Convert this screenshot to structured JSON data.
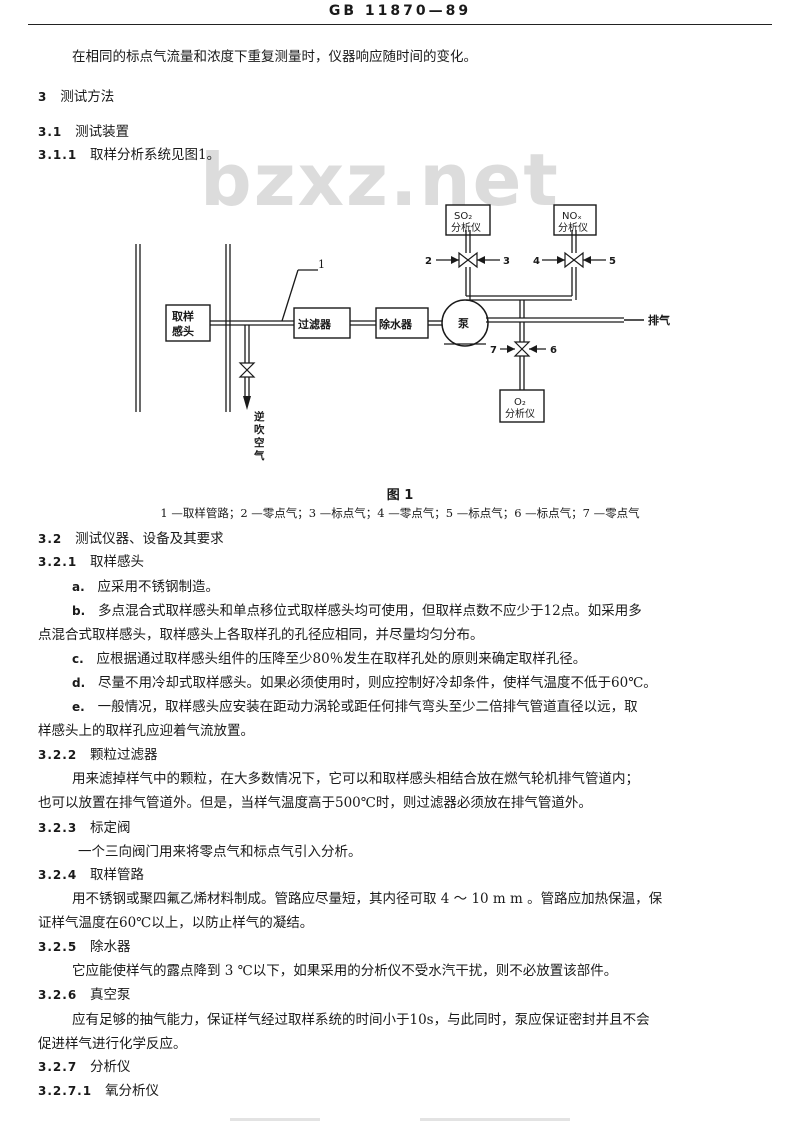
{
  "header": {
    "standard_no": "GB 11870—89"
  },
  "watermark": "bzxz.net",
  "lines": [
    "在相同的标点气流量和浓度下重复测量时，仪器响应随时间的变化。",
    "测试方法",
    "测试装置",
    "取样分析系统见图1。"
  ],
  "nums": [
    "3",
    "3.1",
    "3.1.1",
    "3.2",
    "3.2.1",
    "3.2.2",
    "3.2.3",
    "3.2.4",
    "3.2.5",
    "3.2.6",
    "3.2.7",
    "3.2.7.1"
  ],
  "figure": {
    "callout": "1",
    "probe": [
      "取样",
      "感头"
    ],
    "filter": "过滤器",
    "dewater": "除水器",
    "pump": "泵",
    "exhaust": "排气",
    "backblow": [
      "逆",
      "吹",
      "空",
      "气"
    ],
    "so2": [
      "SO₂",
      "分析仪"
    ],
    "nox": [
      "NOₓ",
      "分析仪"
    ],
    "o2": [
      "O₂",
      "分析仪"
    ],
    "valve_labels": [
      "2",
      "3",
      "4",
      "5",
      "7",
      "6"
    ],
    "title": "图 1",
    "legend": "1 —取样管路；2 —零点气；3 —标点气；4 —零点气；5 —标点气；6 —标点气；7 —零点气"
  },
  "sections": {
    "s32_title": "测试仪器、设备及其要求",
    "s321_title": "取样感头",
    "a_label": "a.",
    "a": "应采用不锈钢制造。",
    "b_label": "b.",
    "b1": "多点混合式取样感头和单点移位式取样感头均可使用，但取样点数不应少于12点。如采用多",
    "b2": "点混合式取样感头，取样感头上各取样孔的孔径应相同，并尽量均匀分布。",
    "c_label": "c.",
    "c": "应根据通过取样感头组件的压降至少80％发生在取样孔处的原则来确定取样孔径。",
    "d_label": "d.",
    "d": "尽量不用冷却式取样感头。如果必须使用时，则应控制好冷却条件，使样气温度不低于60℃。",
    "e_label": "e.",
    "e1": "一般情况，取样感头应安装在距动力涡轮或距任何排气弯头至少二倍排气管道直径以远，取",
    "e2": "样感头上的取样孔应迎着气流放置。",
    "s322_title": "颗粒过滤器",
    "s322_1": "用来滤掉样气中的颗粒，在大多数情况下，它可以和取样感头相结合放在燃气轮机排气管道内；",
    "s322_2": "也可以放置在排气管道外。但是，当样气温度高于500℃时，则过滤器必须放在排气管道外。",
    "s323_title": "标定阀",
    "s323_1": "一个三向阀门用来将零点气和标点气引入分析。",
    "s324_title": "取样管路",
    "s324_1": "用不锈钢或聚四氟乙烯材料制成。管路应尽量短，其内径可取 4 ～ 10 m m 。管路应加热保温，保",
    "s324_2": "证样气温度在60℃以上，以防止样气的凝结。",
    "s325_title": "除水器",
    "s325_1": "它应能使样气的露点降到 3 ℃以下，如果采用的分析仪不受水汽干扰，则不必放置该部件。",
    "s326_title": "真空泵",
    "s326_1": "应有足够的抽气能力，保证样气经过取样系统的时间小于10s，与此同时，泵应保证密封并且不会",
    "s326_2": "促进样气进行化学反应。",
    "s327_title": "分析仪",
    "s3271_title": "氧分析仪"
  }
}
